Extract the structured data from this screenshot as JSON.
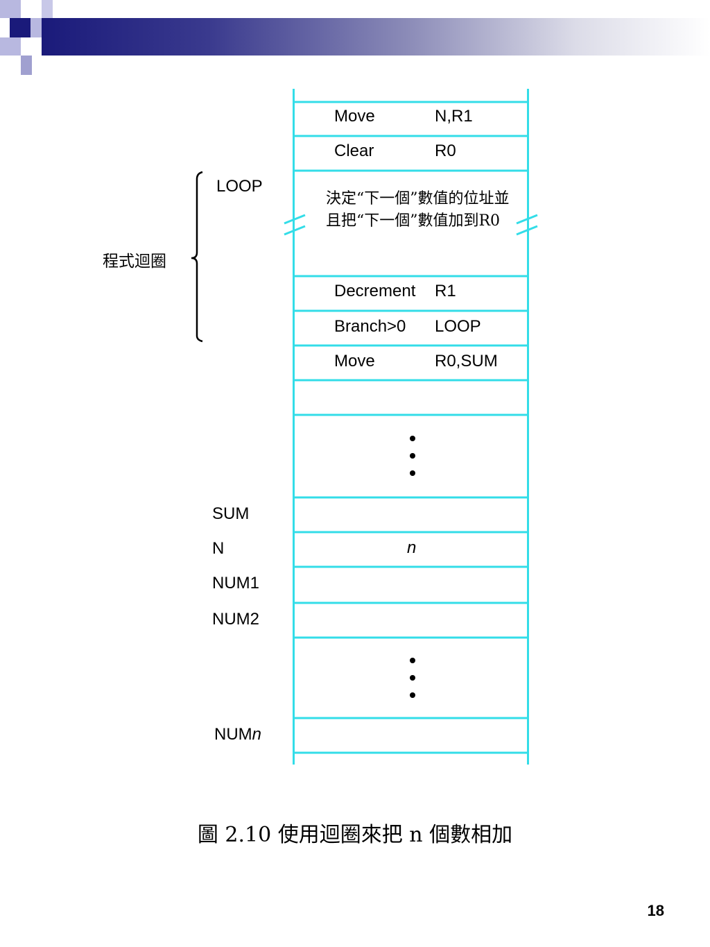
{
  "colors": {
    "cell_border": "#33dde8",
    "header_dark": "#1a1a7a",
    "header_light": "#9a9ad0"
  },
  "cells": [
    {
      "op": "Move",
      "arg": "N,R1"
    },
    {
      "op": "Clear",
      "arg": "R0"
    },
    {
      "note": "決定“下一個”數值的位址並且把“下一個”數值加到R0"
    },
    {
      "op": "Decrement",
      "arg": "R1"
    },
    {
      "op": "Branch>0",
      "arg": "LOOP"
    },
    {
      "op": "Move",
      "arg": "R0,SUM"
    },
    {
      "op": "",
      "arg": ""
    },
    {
      "ellipsis": true
    },
    {
      "op": "",
      "arg": ""
    },
    {
      "value": "n"
    },
    {
      "op": "",
      "arg": ""
    },
    {
      "op": "",
      "arg": ""
    },
    {
      "ellipsis": true
    },
    {
      "op": "",
      "arg": ""
    }
  ],
  "labels": {
    "loop": "LOOP",
    "program_loop": "程式迴圈",
    "sum": "SUM",
    "n": "N",
    "num1": "NUM1",
    "num2": "NUM2",
    "numn_prefix": "NUM",
    "numn_suffix": "n"
  },
  "caption": "圖 2.10  使用迴圈來把 n 個數相加",
  "page_number": "18"
}
